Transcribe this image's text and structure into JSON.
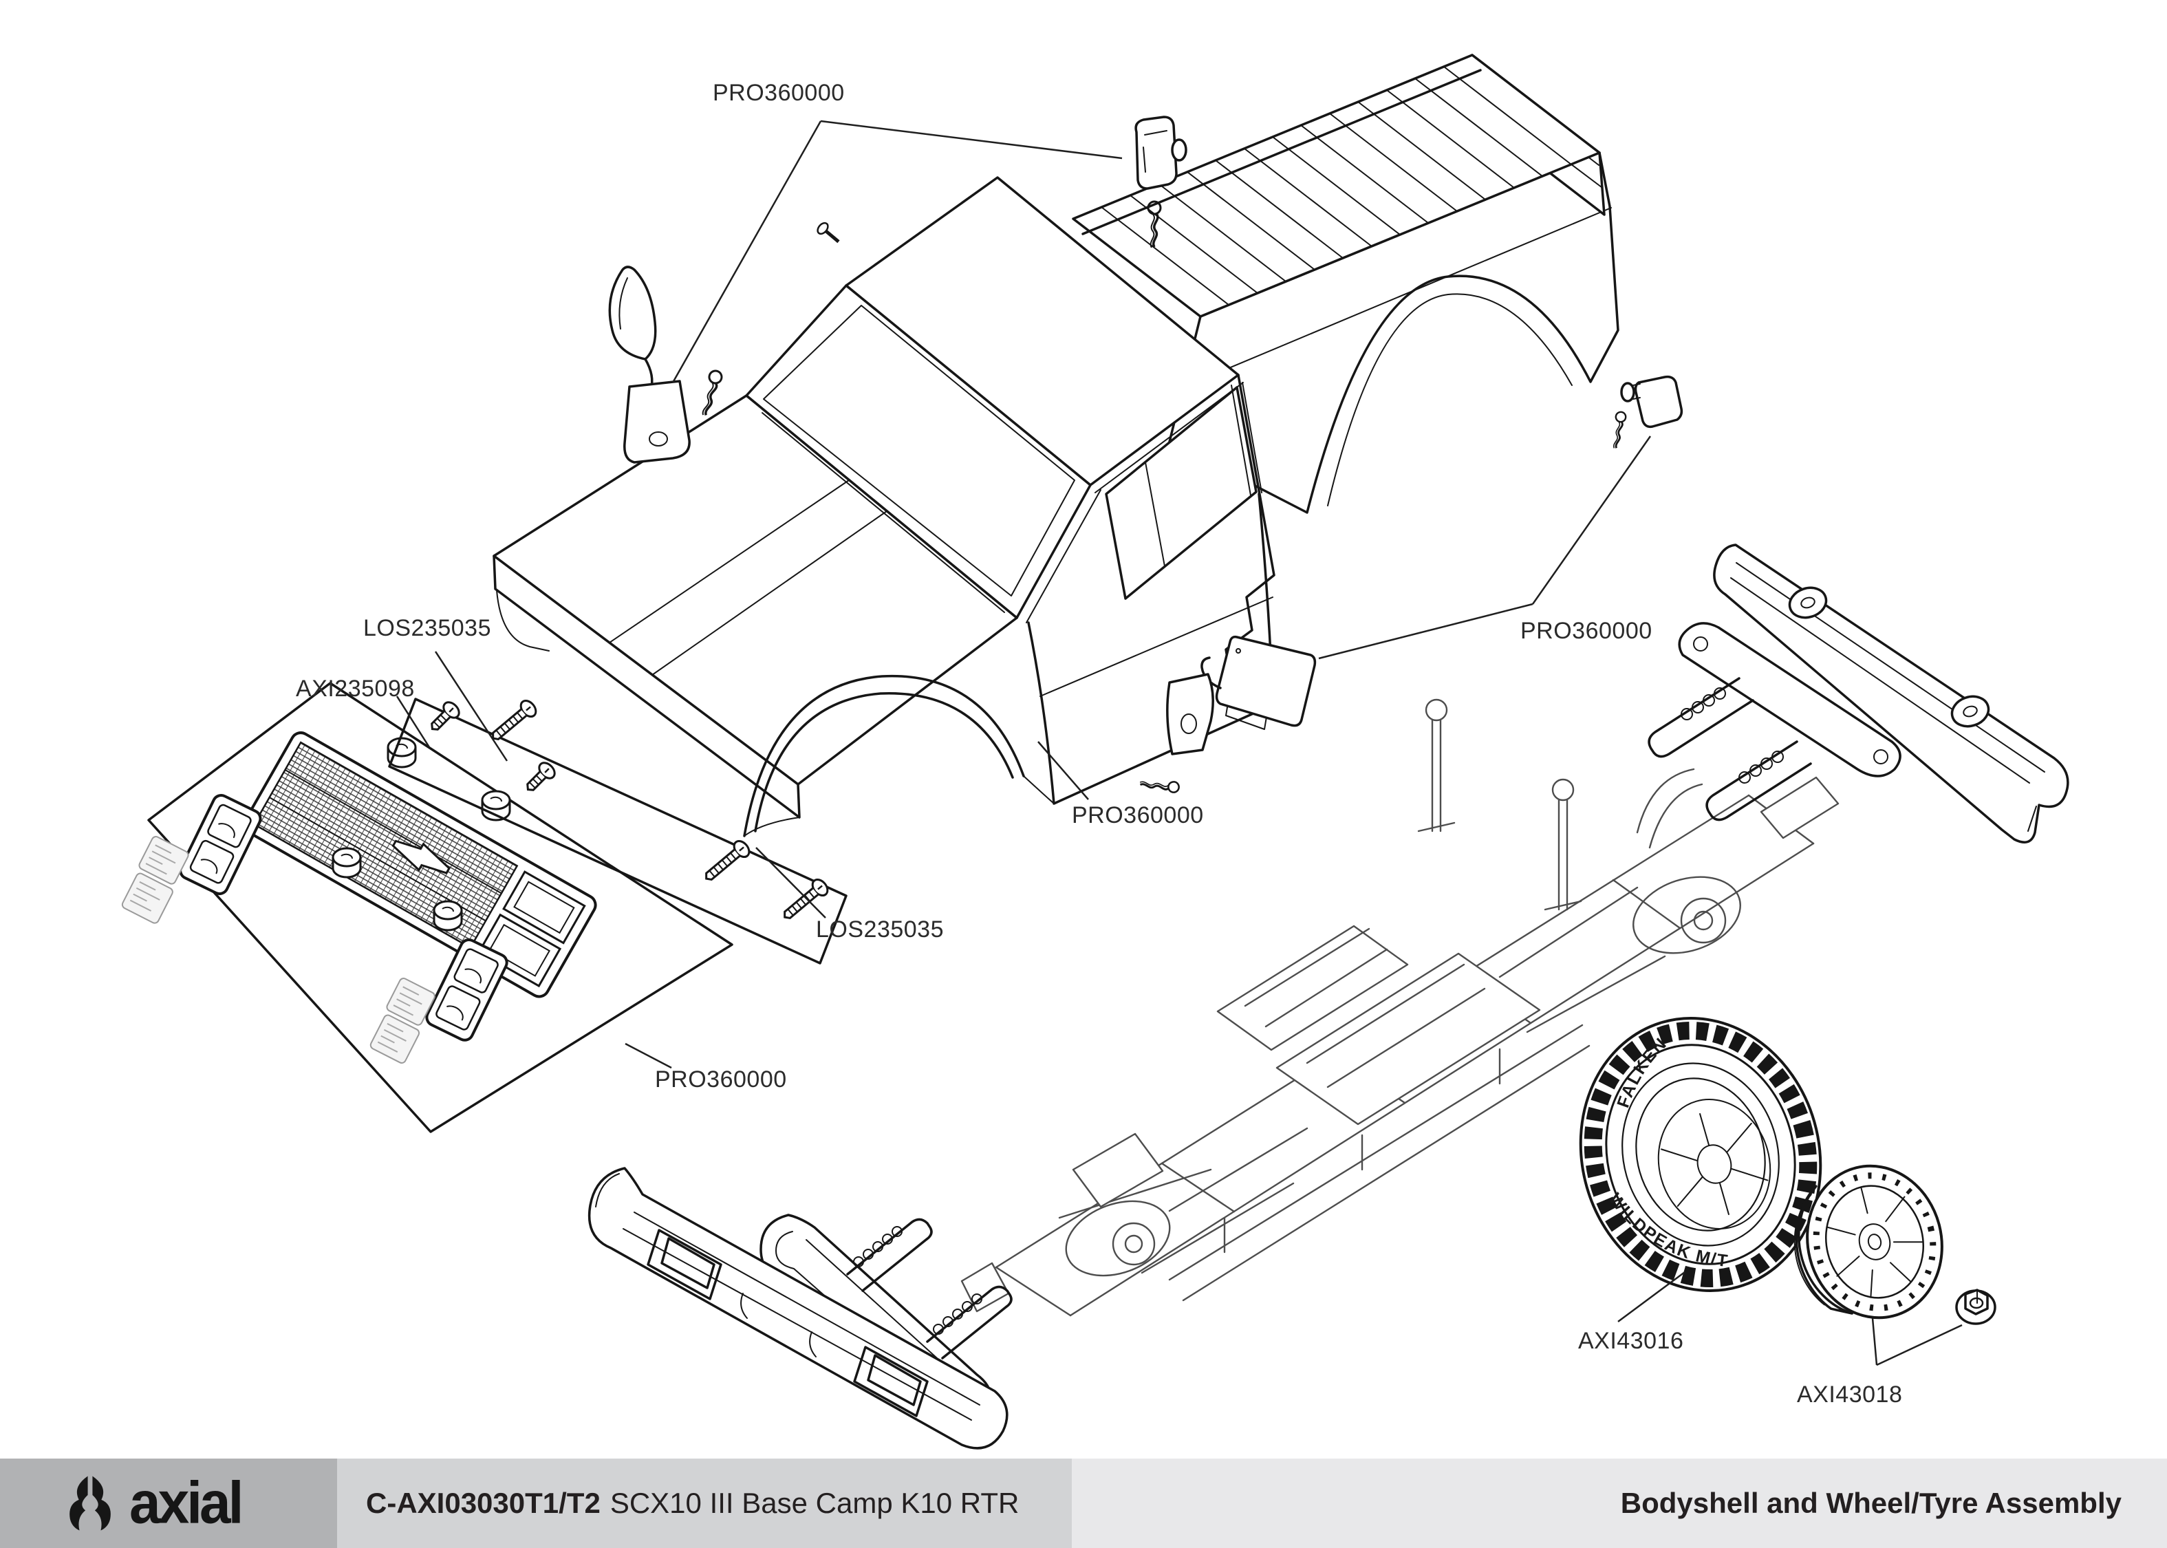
{
  "document": {
    "kind": "exploded-parts-diagram",
    "vehicle": "pickup truck bodyshell, chassis, wheels"
  },
  "callouts": [
    {
      "id": "pro360000-top",
      "part": "PRO360000"
    },
    {
      "id": "los235035-upper",
      "part": "LOS235035"
    },
    {
      "id": "axi235098",
      "part": "AXI235098"
    },
    {
      "id": "pro360000-right",
      "part": "PRO360000"
    },
    {
      "id": "pro360000-body",
      "part": "PRO360000"
    },
    {
      "id": "los235035-center",
      "part": "LOS235035"
    },
    {
      "id": "pro360000-grille",
      "part": "PRO360000"
    },
    {
      "id": "axi43016-tire",
      "part": "AXI43016"
    },
    {
      "id": "axi43018-wheel",
      "part": "AXI43018"
    }
  ],
  "tire": {
    "brand": "FALKEN",
    "model": "WILDPEAK M/T"
  },
  "footer": {
    "brand": "axial",
    "part_number": "C-AXI03030T1/T2",
    "product_name": "SCX10 III Base Camp K10 RTR",
    "sheet_title": "Bodyshell and Wheel/Tyre Assembly"
  },
  "colors": {
    "line": "#161616",
    "chassis_line": "#4d4d4d",
    "footer_logo_bg": "#b1b2b4",
    "footer_title_bg": "#d2d3d5",
    "footer_right_bg": "#e8e8ea",
    "text": "#231f20"
  }
}
